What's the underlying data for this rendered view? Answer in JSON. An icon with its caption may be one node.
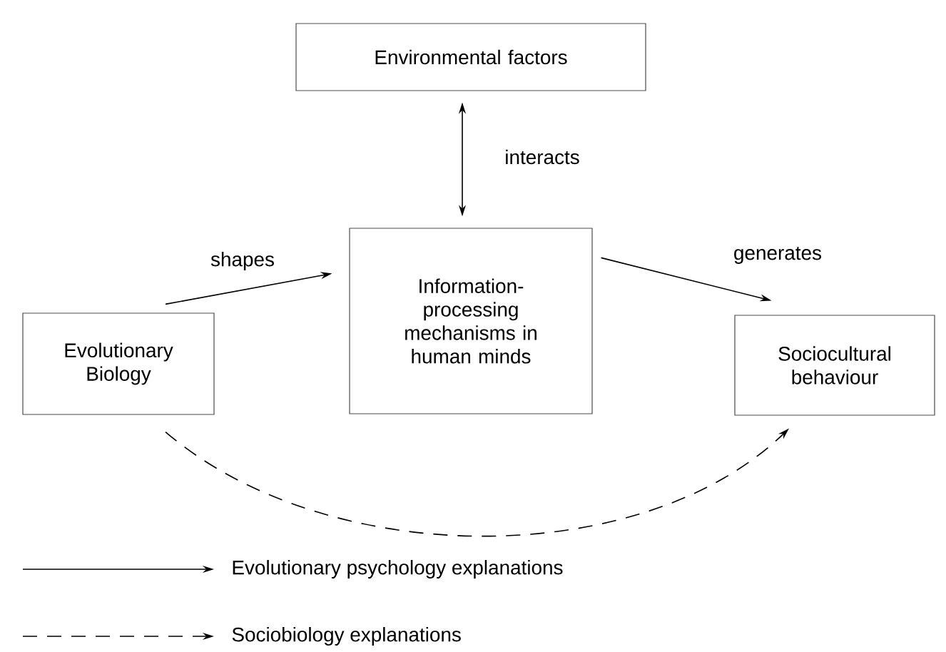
{
  "diagram": {
    "nodes": [
      {
        "text": [
          "Environmental factors"
        ]
      },
      {
        "text": [
          "Information-processing mechanisms in human minds"
        ]
      },
      {
        "text": [
          "Evolutionary Biology"
        ]
      },
      {
        "text": [
          "Sociocultural behaviour"
        ]
      }
    ],
    "edges": [
      {
        "from": 0,
        "to": 1,
        "arrow": "both",
        "label": "interacts"
      },
      {
        "from": 2,
        "to": 1,
        "arrow": "to",
        "label": "shapes"
      },
      {
        "from": 1,
        "to": 3,
        "arrow": "to",
        "label": "generates"
      },
      {
        "from": 2,
        "to": 3,
        "arrow": "to",
        "style": "dashed"
      }
    ],
    "legend": [
      {
        "text": "Evolutionary psychology explanations"
      },
      {
        "text": "Sociobiology explanations"
      }
    ]
  }
}
